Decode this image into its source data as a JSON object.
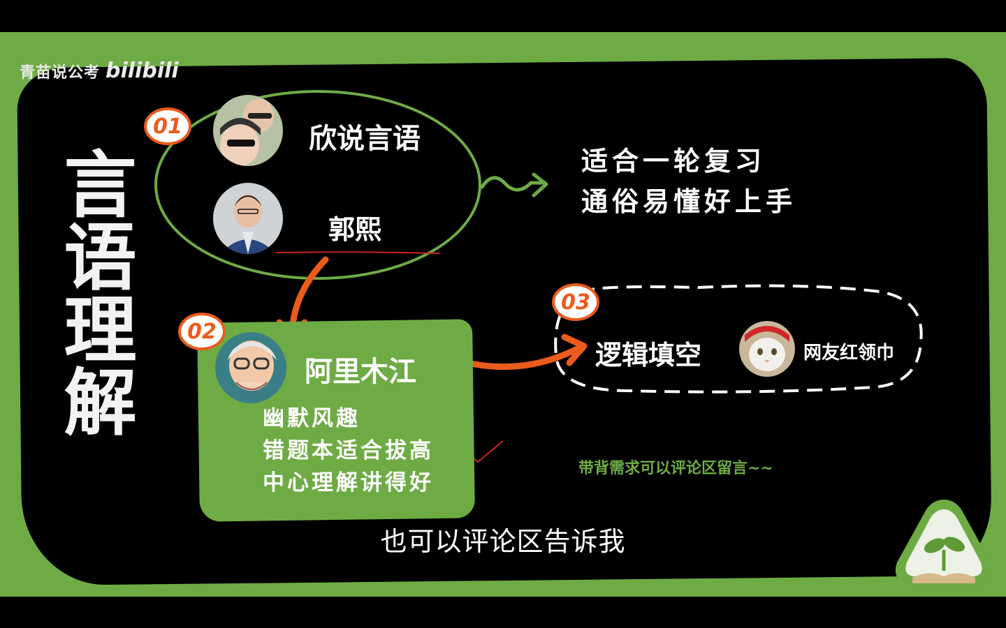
{
  "watermark": {
    "channel": "青苗说公考",
    "logo": "bilibili"
  },
  "title": "言语理解",
  "badges": {
    "b1": "01",
    "b2": "02",
    "b3": "03"
  },
  "teachers": {
    "t1": "欣说言语",
    "t2": "郭熙",
    "t3": "阿里木江",
    "t4": "网友红领巾"
  },
  "group1_notes": [
    "适合一轮复习",
    "通俗易懂好上手"
  ],
  "group2_notes": [
    "幽默风趣",
    "错题本适合拔高",
    "中心理解讲得好"
  ],
  "topic3": "逻辑填空",
  "comment_note": "带背需求可以评论区留言~~",
  "subtitle": "也可以评论区告诉我",
  "colors": {
    "green": "#6eab45",
    "orange": "#ea5b1c",
    "black": "#000000",
    "red": "#c8231b"
  }
}
